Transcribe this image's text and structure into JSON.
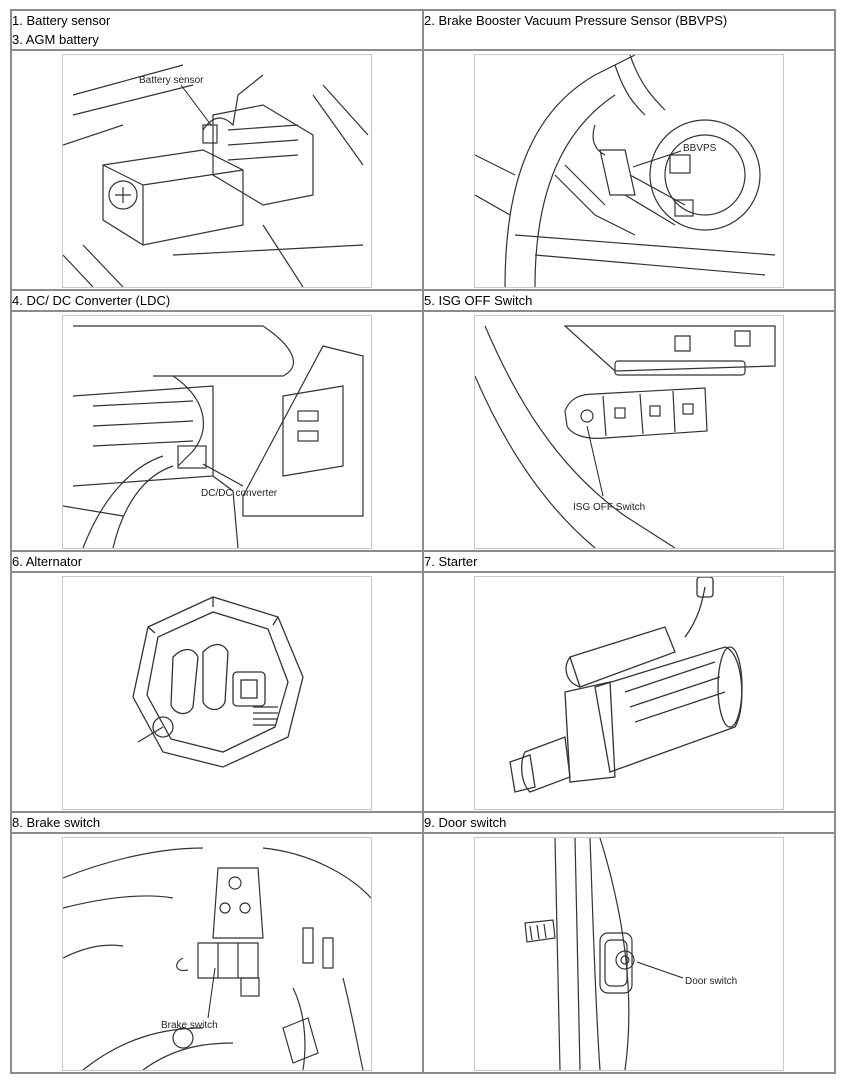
{
  "rows": [
    {
      "left": {
        "lines": [
          "1. Battery sensor",
          "3. AGM battery"
        ],
        "callout": "Battery sensor"
      },
      "right": {
        "lines": [
          "2. Brake Booster Vacuum Pressure Sensor (BBVPS)"
        ],
        "callout": "BBVPS"
      }
    },
    {
      "left": {
        "lines": [
          "4. DC/ DC Converter (LDC)"
        ],
        "callout": "DC/DC converter"
      },
      "right": {
        "lines": [
          "5. ISG OFF Switch"
        ],
        "callout": "ISG OFF Switch"
      }
    },
    {
      "left": {
        "lines": [
          "6. Alternator"
        ],
        "callout": ""
      },
      "right": {
        "lines": [
          "7. Starter"
        ],
        "callout": ""
      }
    },
    {
      "left": {
        "lines": [
          "8. Brake switch"
        ],
        "callout": "Brake switch"
      },
      "right": {
        "lines": [
          "9. Door switch"
        ],
        "callout": "Door switch"
      }
    }
  ]
}
